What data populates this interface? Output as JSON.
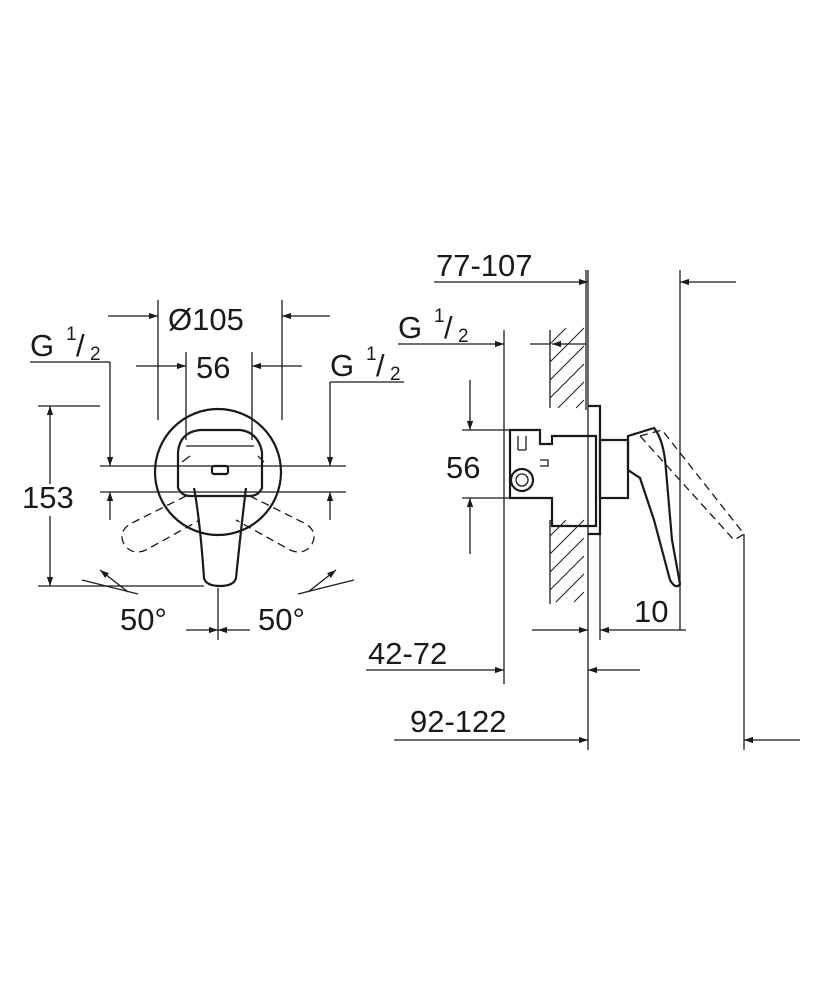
{
  "front_view": {
    "dim_diameter": "Ø105",
    "dim_spacing": "56",
    "dim_height": "153",
    "angle_left": "50°",
    "angle_right": "50°",
    "thread_left": {
      "base": "G",
      "num": "1",
      "den": "2"
    },
    "thread_right": {
      "base": "G",
      "num": "1",
      "den": "2"
    }
  },
  "side_view": {
    "dim_total_adjust": "77-107",
    "dim_height": "56",
    "dim_wall_min": "42-72",
    "dim_depth": "92-122",
    "dim_plate": "10",
    "thread": {
      "base": "G",
      "num": "1",
      "den": "2"
    }
  },
  "colors": {
    "ink": "#1a1a1a",
    "background": "#ffffff"
  }
}
